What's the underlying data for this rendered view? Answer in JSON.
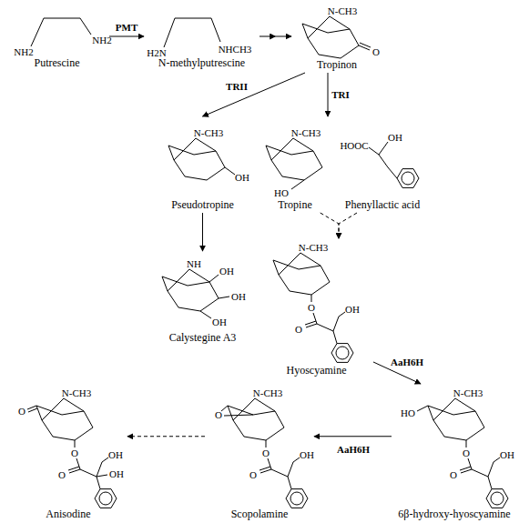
{
  "diagram": {
    "nodes": [
      {
        "text": [
          "Putrescine"
        ]
      },
      {
        "text": [
          "N-methylputrescine"
        ]
      },
      {
        "text": [
          "Tropinon"
        ]
      },
      {
        "text": [
          "Pseudotropine"
        ]
      },
      {
        "text": [
          "Tropine"
        ]
      },
      {
        "text": [
          "Phenyllactic acid"
        ]
      },
      {
        "text": [
          "Calystegine A3"
        ]
      },
      {
        "text": [
          "Hyoscyamine"
        ]
      },
      {
        "text": [
          "Anisodine"
        ]
      },
      {
        "text": [
          "Scopolamine"
        ]
      },
      {
        "text": [
          "6β-hydroxy-hyoscyamine"
        ]
      }
    ],
    "edges": [
      {
        "from": 0,
        "to": 1,
        "arrow": "to",
        "label": "PMT"
      },
      {
        "from": 1,
        "to": 2,
        "arrow": "to"
      },
      {
        "from": 2,
        "to": 3,
        "arrow": "to",
        "label": "TRII"
      },
      {
        "from": 2,
        "to": 4,
        "arrow": "to",
        "label": "TRI"
      },
      {
        "from": 3,
        "to": 6,
        "arrow": "to"
      },
      {
        "from": 4,
        "to": 7,
        "arrow": "to"
      },
      {
        "from": 5,
        "to": 7,
        "arrow": "to"
      },
      {
        "from": 7,
        "to": 10,
        "arrow": "to",
        "label": "AaH6H"
      },
      {
        "from": 10,
        "to": 9,
        "arrow": "to",
        "label": "AaH6H"
      },
      {
        "from": 9,
        "to": 8,
        "arrow": "to"
      }
    ],
    "labels": [
      "NH2",
      "NH2",
      "H2N",
      "NHCH3",
      "N-CH3",
      "O",
      "N-CH3",
      "OH",
      "N-CH3",
      "HO",
      "HOOC",
      "OH",
      "NH",
      "OH",
      "OH",
      "OH",
      "N-CH3",
      "OH",
      "O",
      "O",
      "N-CH3",
      "O",
      "OH",
      "OH",
      "O",
      "O",
      "N-CH3",
      "O",
      "OH",
      "O",
      "O",
      "N-CH3",
      "HO",
      "OH",
      "O",
      "O"
    ]
  }
}
